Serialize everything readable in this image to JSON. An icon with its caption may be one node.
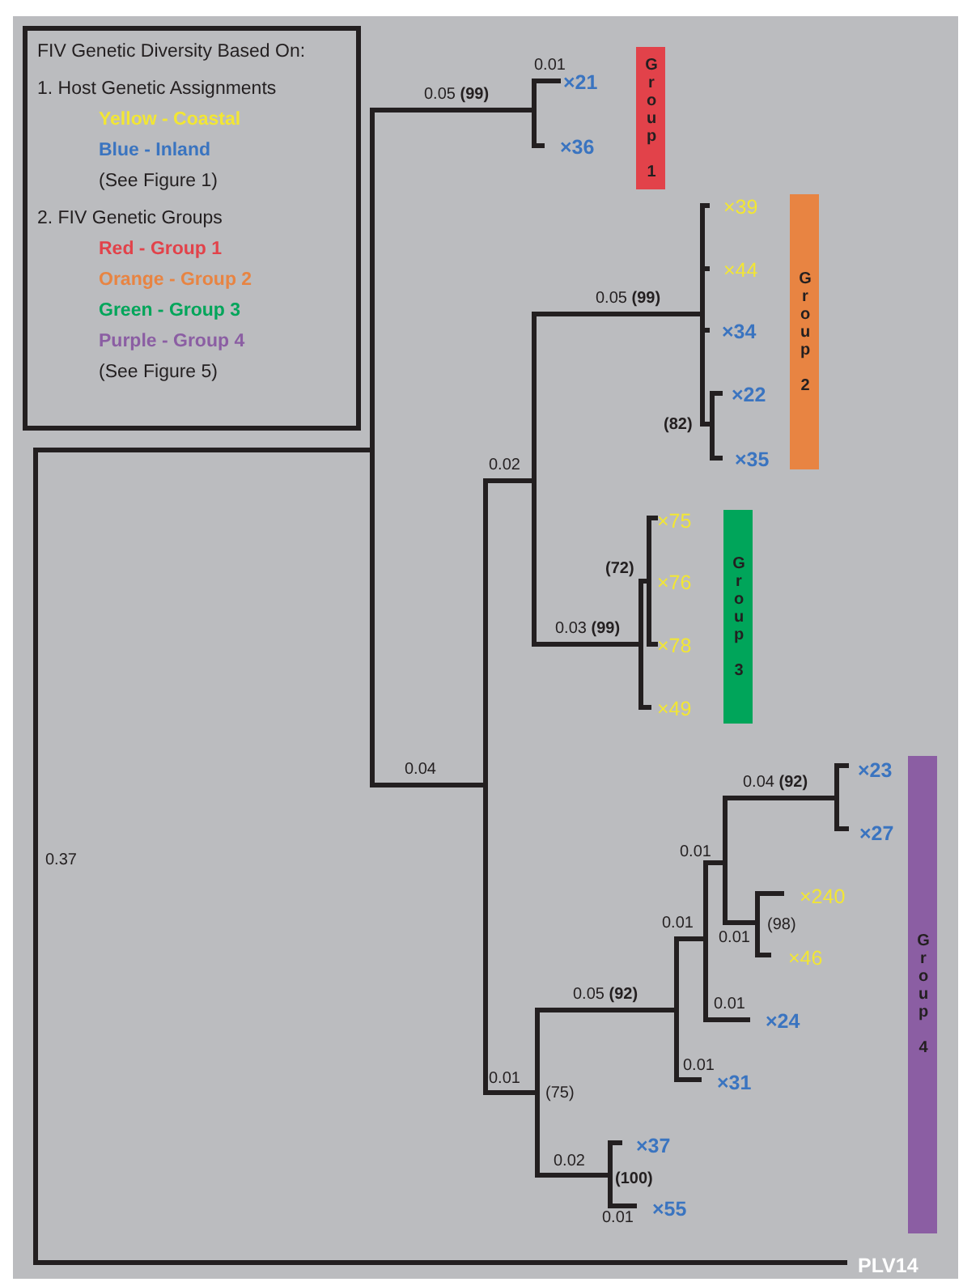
{
  "diagram": {
    "nodes": [
      {
        "text": [
          "FIV Genetic Diversity Based On:",
          "1. Host Genetic Assignments",
          "Yellow - Coastal",
          "Blue - Inland",
          "(See Figure 1)",
          "2. FIV Genetic Groups",
          "Red - Group 1",
          "Orange - Group 2",
          "Green - Group 3",
          "Purple - Group 4",
          "(See Figure 5)"
        ]
      },
      {
        "text": [
          "Group 1"
        ]
      },
      {
        "text": [
          "Group 2"
        ]
      },
      {
        "text": [
          "Group 3"
        ]
      },
      {
        "text": [
          "Group 4"
        ]
      }
    ],
    "labels": [
      "0.01",
      "0.05 **(99)**",
      "×21",
      "×36",
      "×39",
      "×44",
      "0.05 **(99)**",
      "×34",
      "×22",
      "(82)",
      "×35",
      "0.02",
      "×75",
      "(72)",
      "×76",
      "0.03 **(99)**",
      "×78",
      "×49",
      "0.04 **(92)**",
      "×23",
      "0.04",
      "×27",
      "0.01",
      "×240",
      "(98)",
      "0.01",
      "0.01",
      "×46",
      "0.05 **(92)**",
      "0.01",
      "×24",
      "0.01",
      "×31",
      "0.01",
      "(75)",
      "×37",
      "0.02",
      "(100)",
      "×55",
      "0.01",
      "0.37",
      "PLV14"
    ]
  }
}
